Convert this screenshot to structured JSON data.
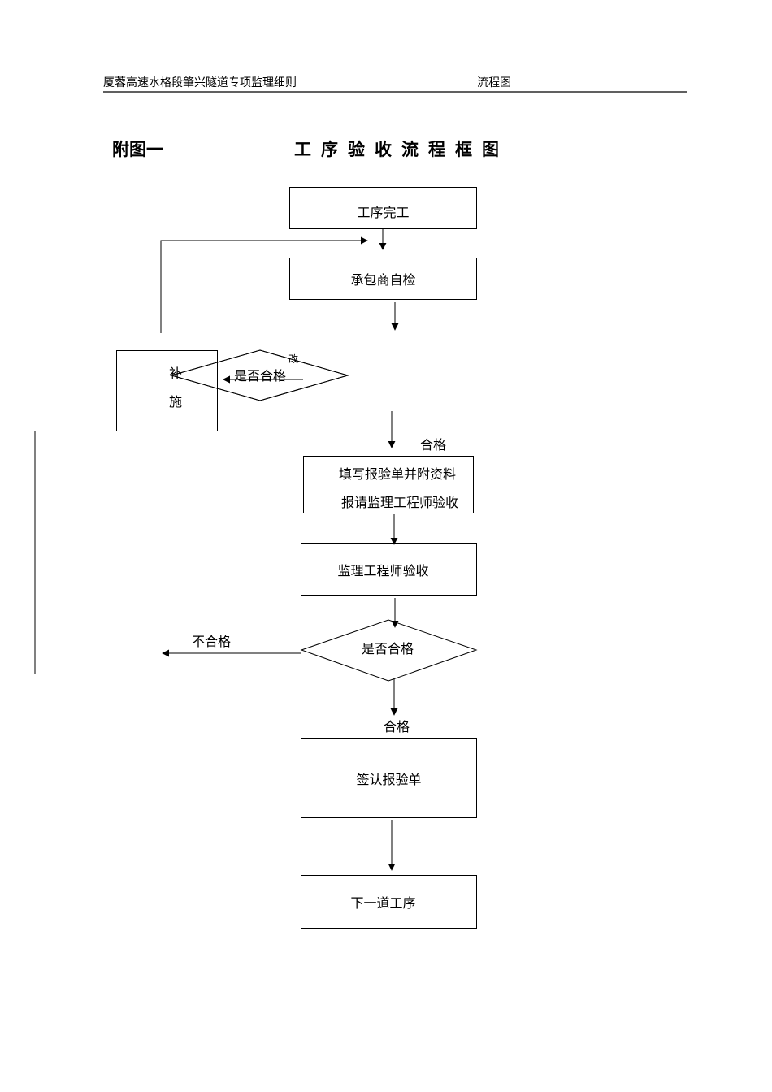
{
  "header": {
    "left": "厦蓉高速水格段肇兴隧道专项监理细则",
    "right": "流程图"
  },
  "title": {
    "figure_label": "附图一",
    "main": "工序验收流程框图"
  },
  "flow": {
    "step1": "工序完工",
    "step2": "承包商自检",
    "decision1": "是否合格",
    "remedy_line1": "补",
    "remedy_line2": "施",
    "remedy_hidden_char": "改",
    "pass1": "合格",
    "step3_line1": "填写报验单并附资料",
    "step3_line2": "报请监理工程师验收",
    "step4": "监理工程师验收",
    "decision2": "是否合格",
    "fail2": "不合格",
    "pass2": "合格",
    "step5": "签认报验单",
    "step6": "下一道工序"
  }
}
